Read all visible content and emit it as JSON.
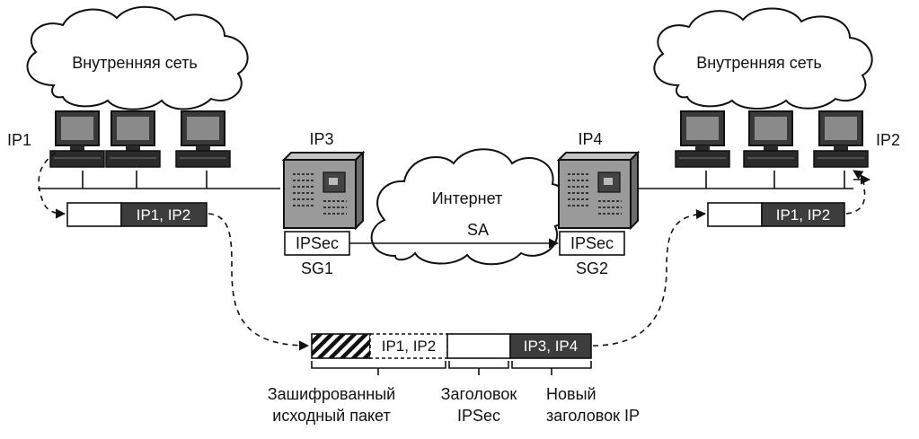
{
  "left_network": {
    "cloud_label": "Внутренняя сеть",
    "host_label": "IP1"
  },
  "right_network": {
    "cloud_label": "Внутренняя сеть",
    "host_label": "IP2"
  },
  "gateway_left": {
    "ip_label": "IP3",
    "ipsec_label": "IPSec",
    "name_label": "SG1"
  },
  "gateway_right": {
    "ip_label": "IP4",
    "ipsec_label": "IPSec",
    "name_label": "SG2"
  },
  "internet": {
    "label": "Интернет",
    "sa_label": "SA"
  },
  "packet_left": {
    "header": "IP1, IP2"
  },
  "packet_right": {
    "header": "IP1, IP2"
  },
  "packet_tunnel": {
    "inner_header": "IP1, IP2",
    "outer_header": "IP3, IP4",
    "caption_encrypted_line1": "Зашифрованный",
    "caption_encrypted_line2": "исходный пакет",
    "caption_ipsec_line1": "Заголовок",
    "caption_ipsec_line2": "IPSec",
    "caption_newip_line1": "Новый",
    "caption_newip_line2": "заголовок IP"
  }
}
